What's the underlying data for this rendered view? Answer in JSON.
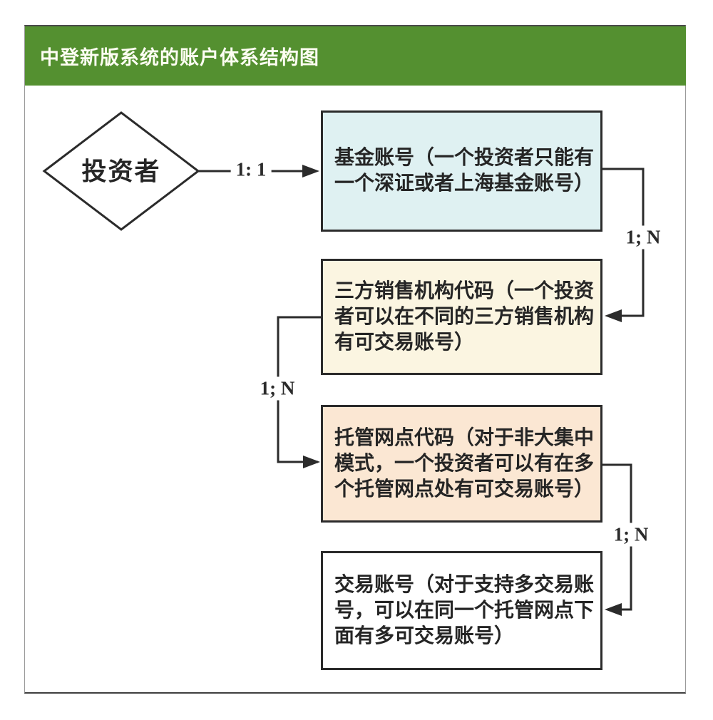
{
  "page": {
    "title": "中登新版系统的账户体系结构图"
  },
  "colors": {
    "header_green": "#549030",
    "title_text": "#fdfdf2",
    "line": "#2b2b2b",
    "node_fund_account_fill": "#dff1f2",
    "node_tpa_code_fill": "#fbf5e1",
    "node_custody_branch_fill": "#fbe7d3",
    "node_trading_account_fill": "#ffffff"
  },
  "diagram": {
    "investor": {
      "label": "投资者",
      "shape": "diamond"
    },
    "relations": [
      "1: 1",
      "1; N",
      "1; N",
      "1; N"
    ],
    "nodes": [
      {
        "id": "fund-account",
        "text": "基金账号（一个投资者只能有\n一个深证或者上海基金账号）"
      },
      {
        "id": "third-party-agency-code",
        "text": "三方销售机构代码（一个投资\n者可以在不同的三方销售机构\n有可交易账号）"
      },
      {
        "id": "custody-branch-code",
        "text": "托管网点代码（对于非大集中\n模式，一个投资者可以有在多\n个托管网点处有可交易账号）"
      },
      {
        "id": "trading-account",
        "text": "交易账号（对于支持多交易账\n号，可以在同一个托管网点下\n面有多可交易账号）"
      }
    ]
  }
}
